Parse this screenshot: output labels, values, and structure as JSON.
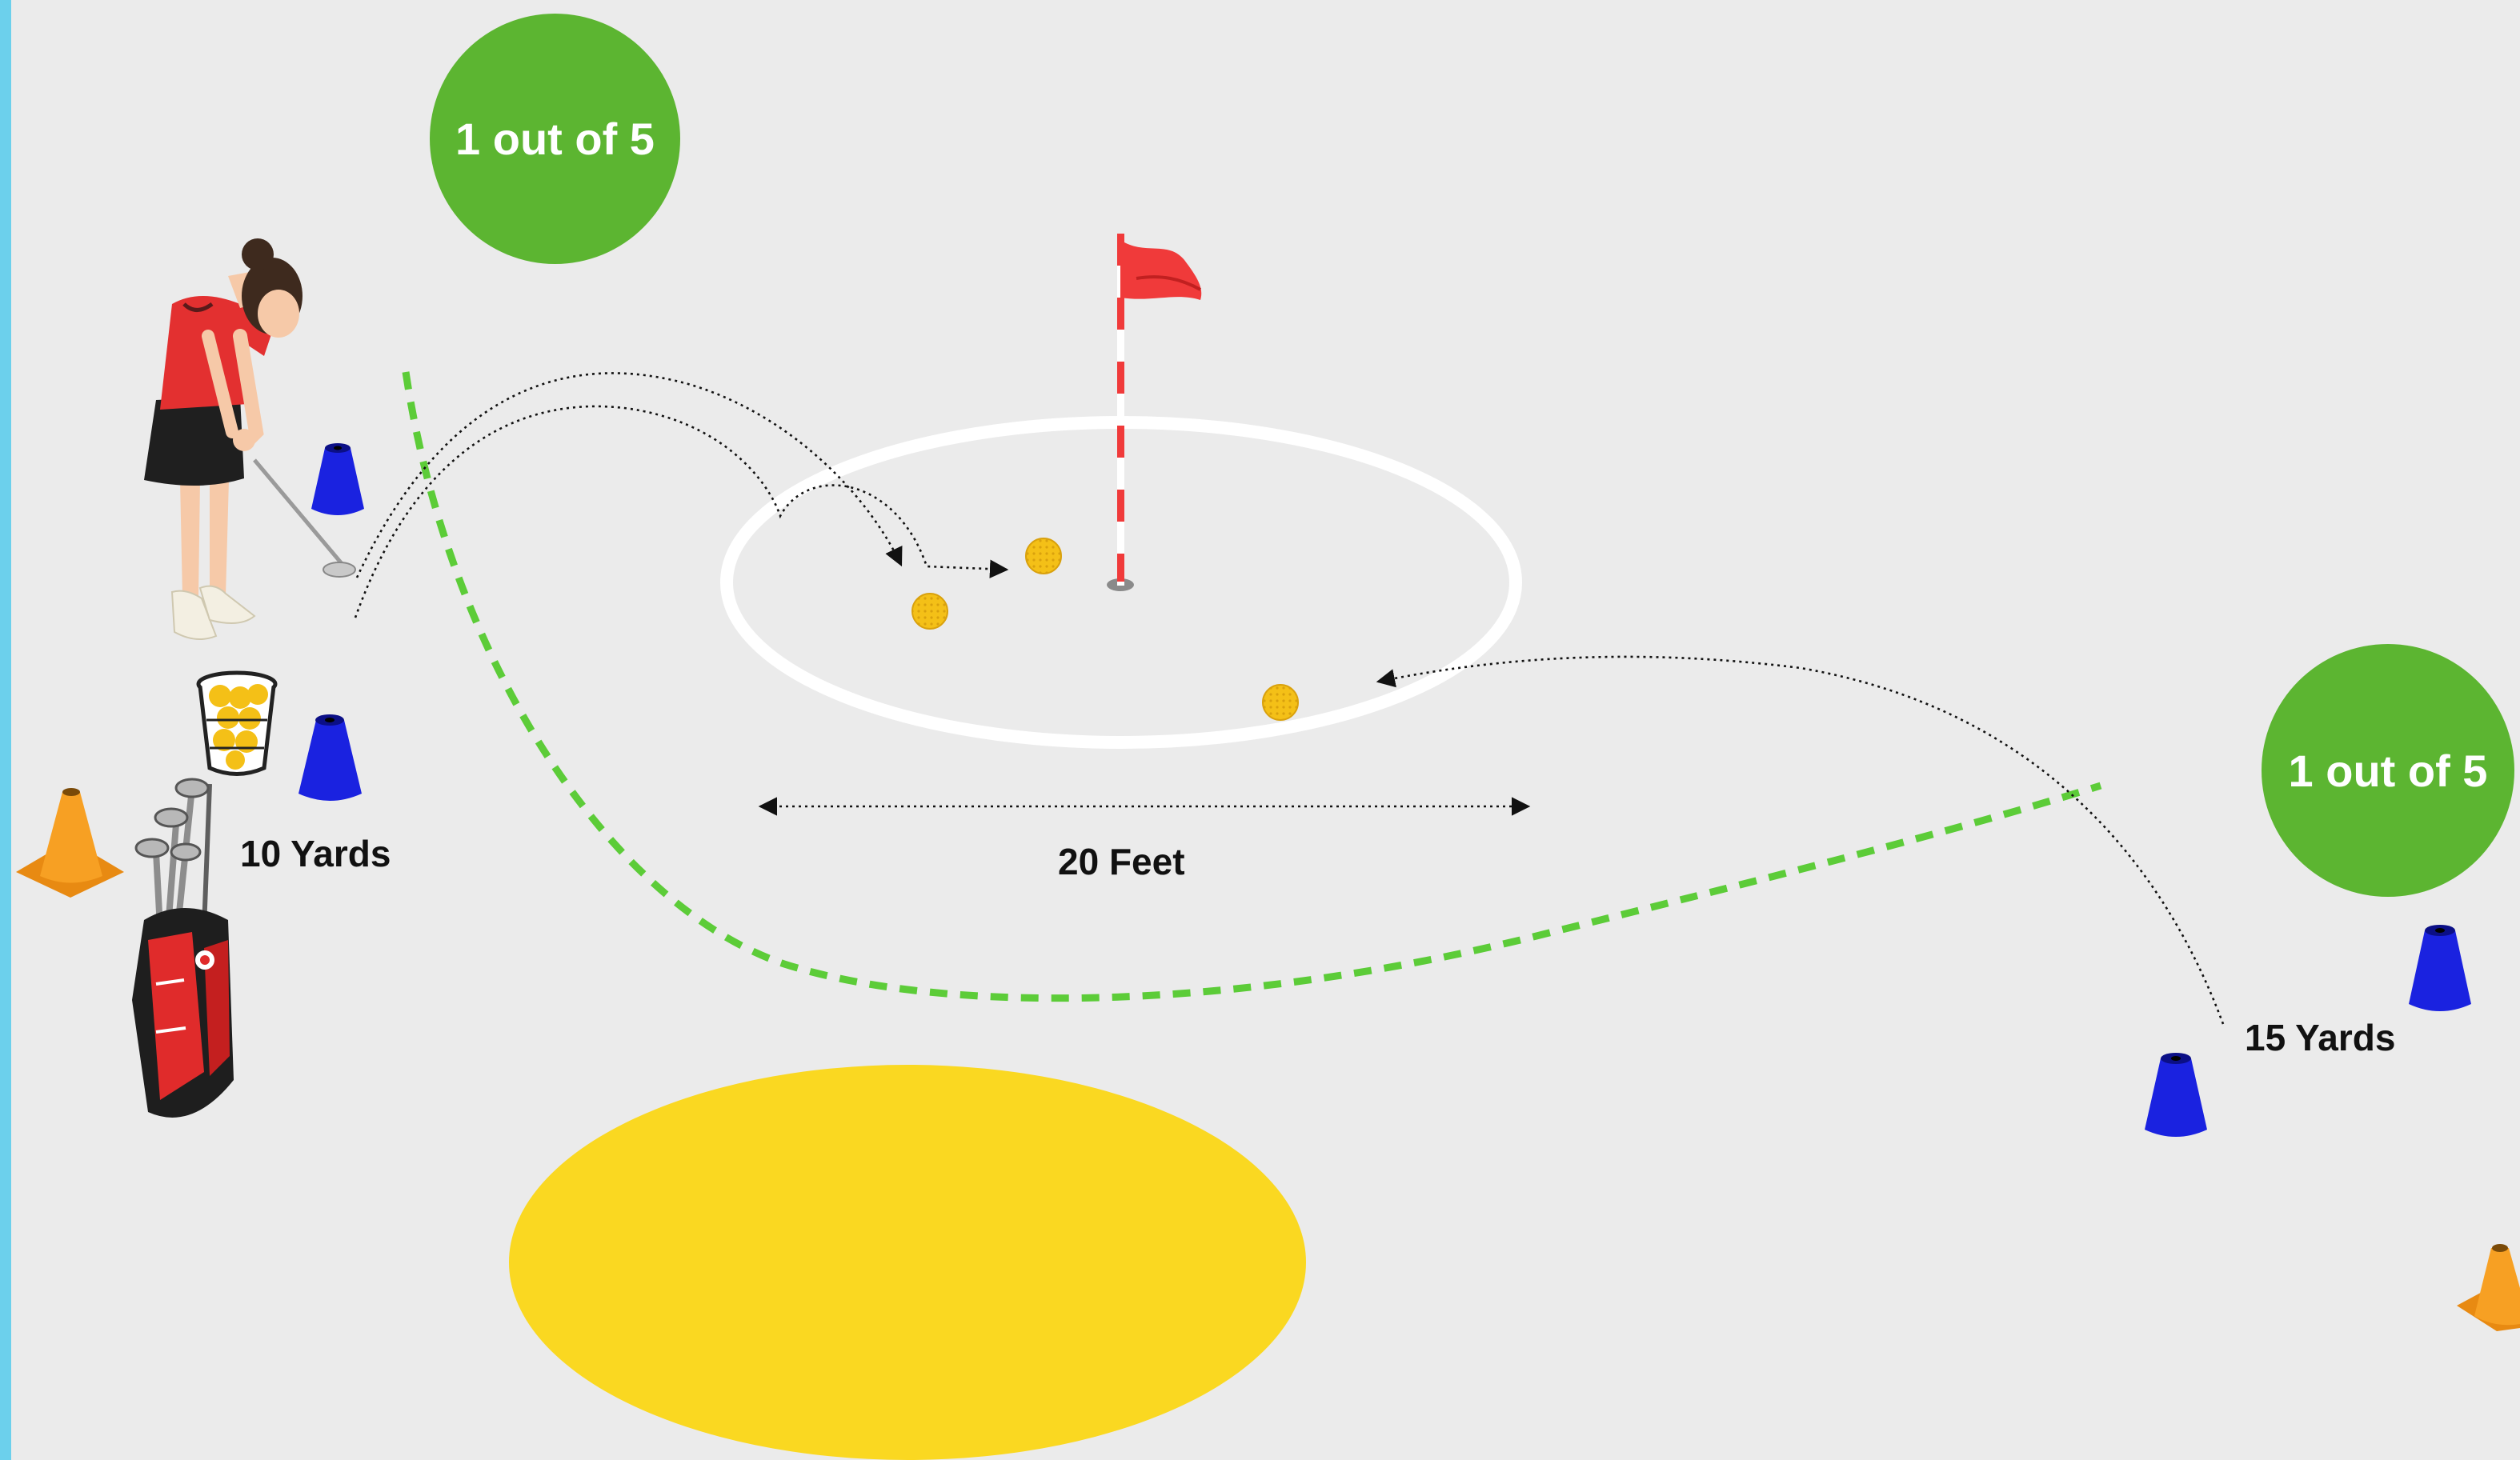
{
  "colors": {
    "background": "#ebebeb",
    "accent_bar": "#6cd0ec",
    "badge": "#5cb531",
    "boundary_dash": "#5ccc38",
    "target_zone": "#fad821",
    "cone_blue": "#1a22e0",
    "cone_orange": "#f7a023",
    "flag": "#f03a3a",
    "ball": "#f4c017",
    "green_ring": "#ffffff"
  },
  "badges": [
    {
      "text": "1 out of 5"
    },
    {
      "text": "1 out of 5"
    }
  ],
  "labels": {
    "distance_near": "10 Yards",
    "distance_far": "15 Yards",
    "green_width": "20 Feet"
  },
  "icons": [
    "golfer-icon",
    "golf-bag-icon",
    "ball-bucket-icon",
    "flag-pin-icon",
    "marker-cone-icon",
    "traffic-cone-icon",
    "golf-ball-icon"
  ]
}
